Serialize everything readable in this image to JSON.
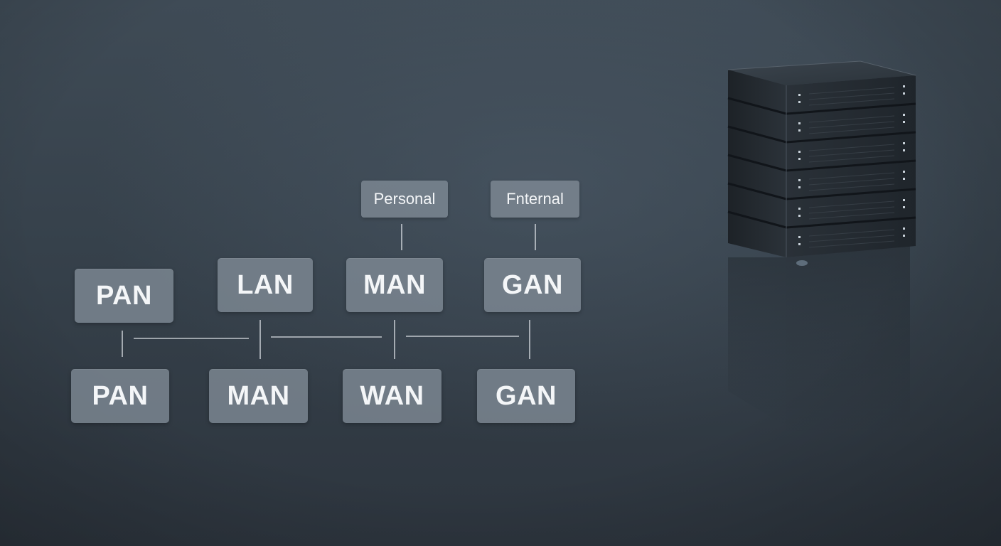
{
  "labels": {
    "tag_left": "Personal",
    "tag_right": "Fnternal"
  },
  "top_row": [
    "PAN",
    "LAN",
    "MAN",
    "GAN"
  ],
  "bottom_row": [
    "PAN",
    "MAN",
    "WAN",
    "GAN"
  ],
  "colors": {
    "background": "#3a454f",
    "box": "#7e8994",
    "text": "#f4f6f8",
    "line": "#d9dee3",
    "server": "#252b31"
  },
  "icons": {
    "server_stack": "server-rack-icon"
  }
}
